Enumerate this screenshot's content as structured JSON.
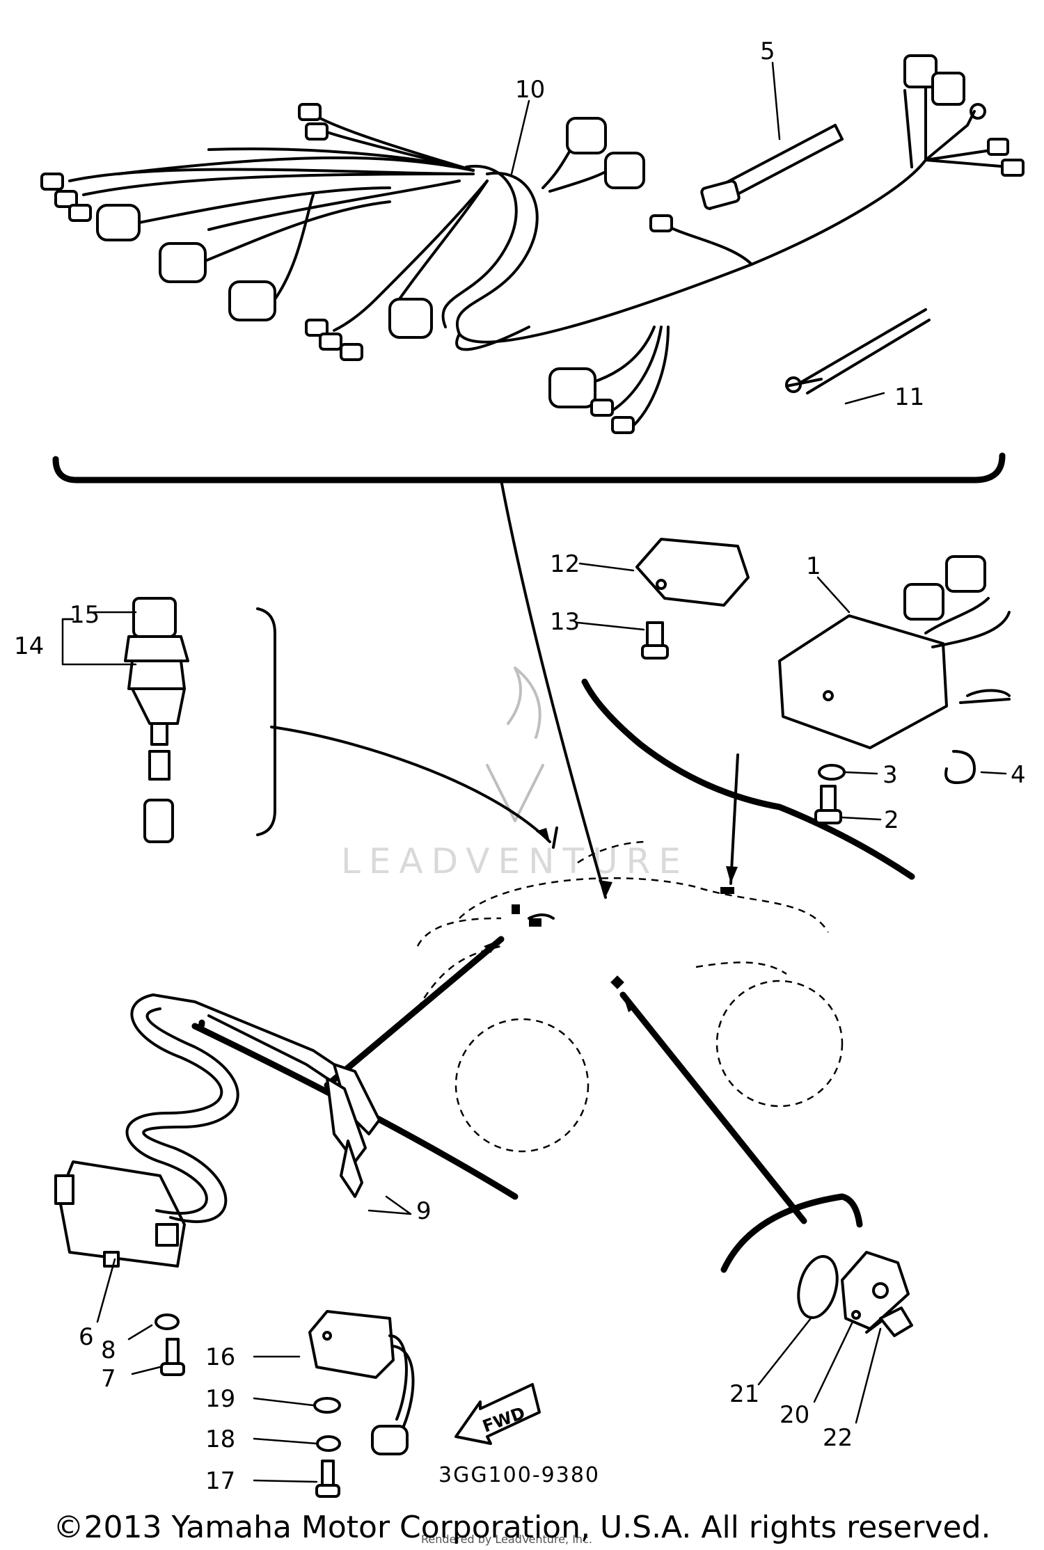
{
  "diagram": {
    "callouts": {
      "c1": "1",
      "c2": "2",
      "c3": "3",
      "c4": "4",
      "c5": "5",
      "c6": "6",
      "c7": "7",
      "c8": "8",
      "c9": "9",
      "c10": "10",
      "c11": "11",
      "c12": "12",
      "c13": "13",
      "c14": "14",
      "c15": "15",
      "c16": "16",
      "c17": "17",
      "c18": "18",
      "c19": "19",
      "c20": "20",
      "c21": "21",
      "c22": "22"
    },
    "fwd_label": "FWD",
    "drawing_code": "3GG100-9380",
    "watermark": "LEADVENTURE",
    "watermark_small": "Rendered by LeadVenture, Inc."
  },
  "copyright": "©2013 Yamaha Motor Corporation, U.S.A. All rights reserved."
}
